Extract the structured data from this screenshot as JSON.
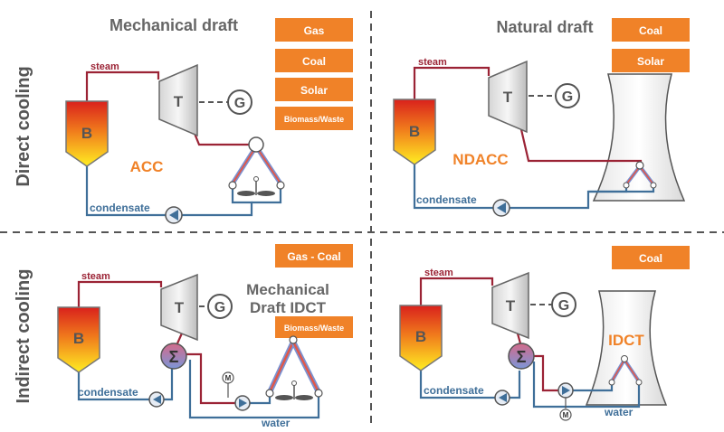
{
  "side_labels": {
    "top": "Direct cooling",
    "bottom": "Indirect cooling"
  },
  "q1": {
    "title": "Mechanical draft",
    "fuels": [
      "Gas",
      "Coal",
      "Solar",
      "Biomass/Waste"
    ],
    "system": "ACC",
    "steam": "steam",
    "condensate": "condensate",
    "boiler": "B",
    "turbine": "T",
    "generator": "G"
  },
  "q2": {
    "title": "Natural draft",
    "fuels": [
      "Coal",
      "Solar"
    ],
    "system": "NDACC",
    "steam": "steam",
    "condensate": "condensate",
    "boiler": "B",
    "turbine": "T",
    "generator": "G"
  },
  "q3": {
    "title_line1": "Mechanical",
    "title_line2": "Draft IDCT",
    "fuels": [
      "Gas - Coal",
      "Biomass/Waste"
    ],
    "steam": "steam",
    "condensate": "condensate",
    "water": "water",
    "motor": "M",
    "boiler": "B",
    "turbine": "T",
    "generator": "G",
    "exchanger": "Σ"
  },
  "q4": {
    "fuels": [
      "Coal"
    ],
    "system": "IDCT",
    "steam": "steam",
    "condensate": "condensate",
    "water": "water",
    "motor": "M",
    "boiler": "B",
    "turbine": "T",
    "generator": "G",
    "exchanger": "Σ"
  },
  "colors": {
    "accent": "#f08228",
    "steam_line": "#9b2335",
    "condensate_line": "#3f6f99",
    "title_gray": "#666666"
  }
}
